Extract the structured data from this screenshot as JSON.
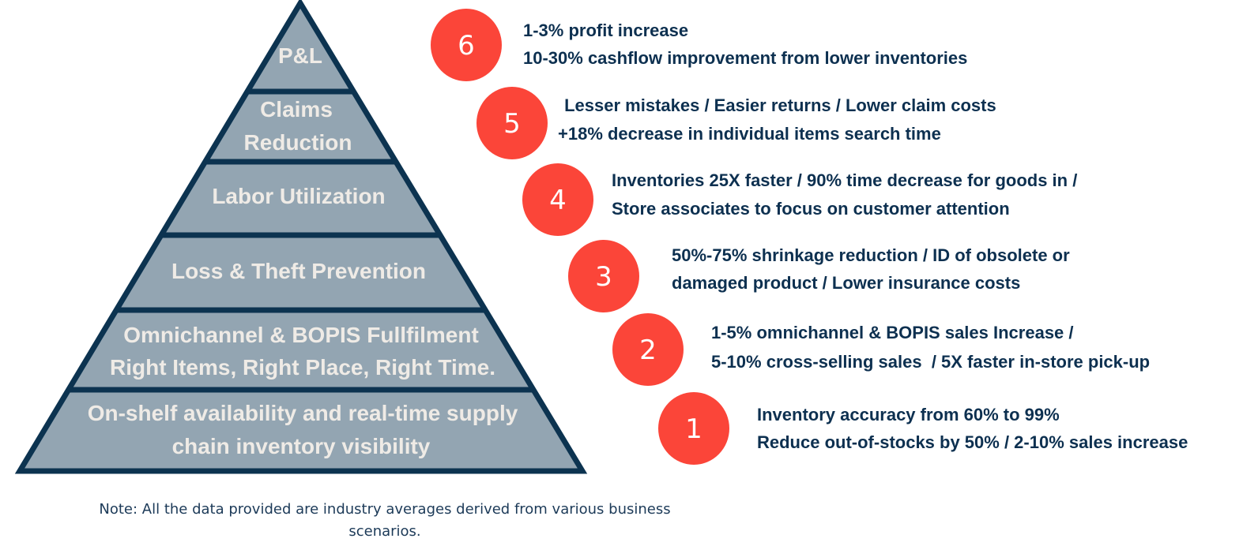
{
  "pyramid": {
    "tiers": [
      {
        "lines": [
          "P&L"
        ]
      },
      {
        "lines": [
          "Claims",
          "Reduction"
        ]
      },
      {
        "lines": [
          "Labor Utilization"
        ]
      },
      {
        "lines": [
          "Loss & Theft Prevention"
        ]
      },
      {
        "lines": [
          "Omnichannel & BOPIS Fullfilment",
          "Right Items, Right Place, Right Time."
        ]
      },
      {
        "lines": [
          "On-shelf availability and real-time supply",
          "chain inventory visibility"
        ]
      }
    ]
  },
  "benefits": [
    {
      "number": "6",
      "lines": [
        "1-3% profit increase",
        "10-30% cashflow improvement from lower inventories"
      ]
    },
    {
      "number": "5",
      "lines": [
        " Lesser mistakes / Easier returns / Lower claim costs",
        "+18% decrease in individual items search time"
      ]
    },
    {
      "number": "4",
      "lines": [
        "Inventories 25X faster / 90% time decrease for goods in /",
        "Store associates to focus on customer attention"
      ]
    },
    {
      "number": "3",
      "lines": [
        "50%-75% shrinkage reduction / ID of obsolete or",
        "damaged product / Lower insurance costs"
      ]
    },
    {
      "number": "2",
      "lines": [
        "1-5% omnichannel & BOPIS sales Increase /",
        "5-10% cross-selling sales  / 5X faster in-store pick-up"
      ]
    },
    {
      "number": "1",
      "lines": [
        "Inventory accuracy from 60% to 99%",
        "Reduce out-of-stocks by 50% / 2-10% sales increase"
      ]
    }
  ],
  "note": {
    "lines": [
      "Note: All the data provided are industry averages derived from various business",
      "scenarios."
    ]
  },
  "colors": {
    "pyramid_fill": "#93a5b2",
    "outline": "#0c3350",
    "badge": "#fb4539"
  }
}
